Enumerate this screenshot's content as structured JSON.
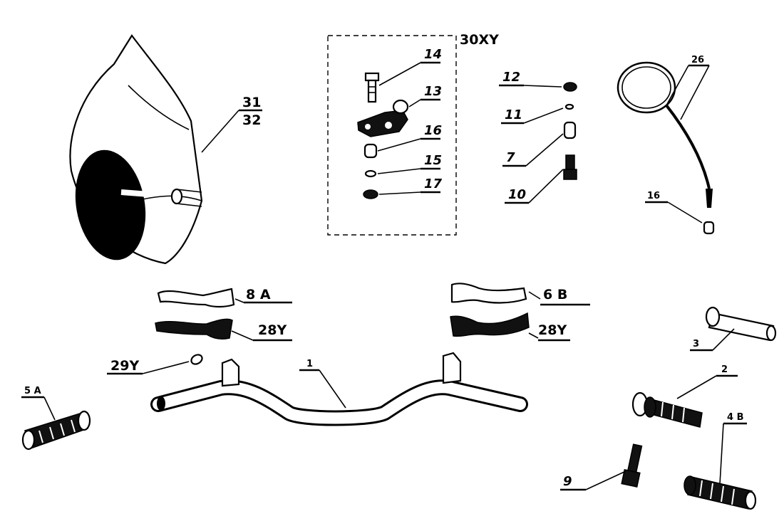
{
  "labels": {
    "p31": "31",
    "p32": "32",
    "group": "30XY",
    "p14": "14",
    "p13": "13",
    "p16a": "16",
    "p15": "15",
    "p17": "17",
    "p12": "12",
    "p11": "11",
    "p7": "7",
    "p10": "10",
    "p26": "26",
    "p16b": "16",
    "p8a": "8 A",
    "p28y_left": "28Y",
    "p6b": "6 B",
    "p28y_right": "28Y",
    "p29y": "29Y",
    "p1": "1",
    "p3": "3",
    "p2": "2",
    "p5a": "5 A",
    "p4b": "4 B",
    "p9": "9"
  },
  "colors": {
    "ink": "#000000",
    "paper": "#ffffff"
  }
}
